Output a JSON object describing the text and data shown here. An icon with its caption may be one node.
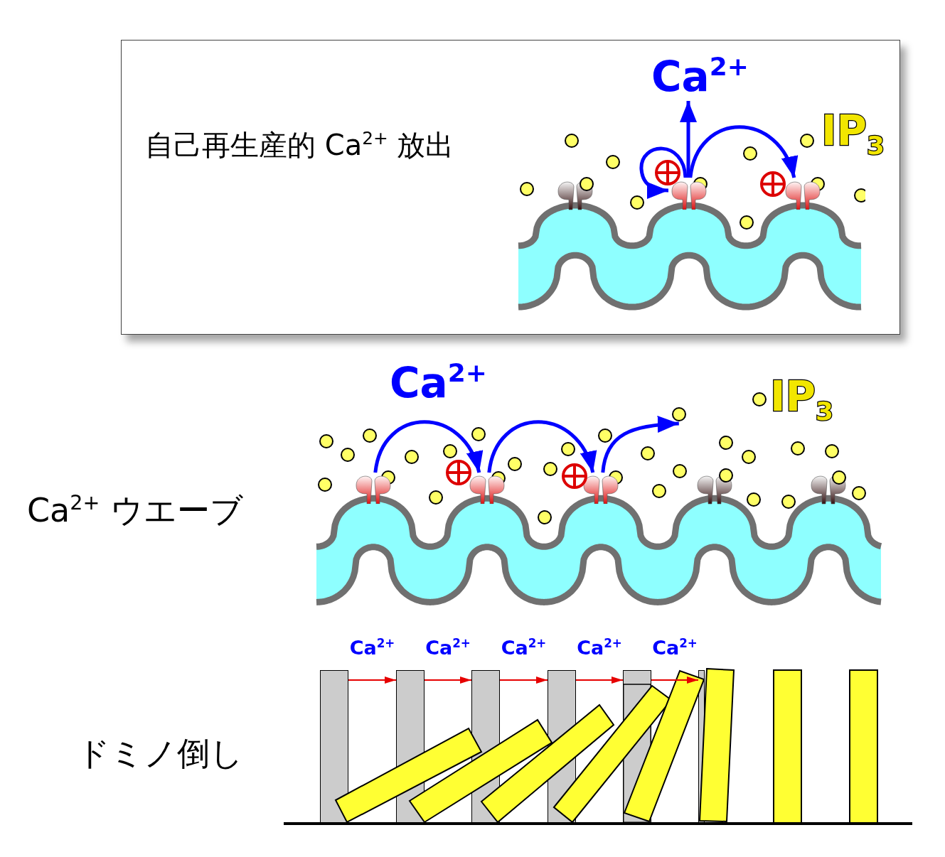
{
  "diagram": {
    "nodes": [
      {
        "text": [
          "自己再生産的 Ca$^{2+}$ 放出"
        ]
      },
      {
        "text": [
          "Ca$^{2+}$"
        ],
        "in": 0
      },
      {
        "text": [],
        "shape": "picture",
        "in": 0
      },
      {
        "text": [],
        "shape": "picture",
        "in": 0
      },
      {
        "text": [],
        "shape": "picture"
      },
      {
        "text": [],
        "shape": "picture"
      },
      {
        "text": [],
        "shape": "picture"
      },
      {
        "text": [],
        "shape": "bar"
      },
      {
        "text": [],
        "shape": "bar"
      },
      {
        "text": [],
        "shape": "bar"
      },
      {
        "text": [],
        "shape": "bar"
      },
      {
        "text": [],
        "shape": "bar"
      },
      {
        "text": [],
        "shape": "bar"
      }
    ],
    "edges": [
      {
        "from": 2,
        "to": 1,
        "arrow": "to"
      },
      {
        "from": 2,
        "to": 2,
        "arrow": "to"
      },
      {
        "from": 2,
        "to": 3,
        "arrow": "to"
      },
      {
        "from": 4,
        "to": 5,
        "arrow": "to"
      },
      {
        "from": 5,
        "to": 6,
        "arrow": "to"
      },
      {
        "from": 6,
        "to": null,
        "arrow": "to"
      },
      {
        "from": 7,
        "to": 8,
        "arrow": "to",
        "label": "Ca$^{2+}$",
        "color": "#e60000"
      },
      {
        "from": 8,
        "to": 9,
        "arrow": "to",
        "label": "Ca$^{2+}$",
        "color": "#e60000"
      },
      {
        "from": 9,
        "to": 10,
        "arrow": "to",
        "label": "Ca$^{2+}$",
        "color": "#e60000"
      },
      {
        "from": 10,
        "to": 11,
        "arrow": "to",
        "label": "Ca$^{2+}$",
        "color": "#e60000"
      },
      {
        "from": 11,
        "to": 12,
        "arrow": "to",
        "label": "Ca$^{2+}$",
        "color": "#e60000"
      }
    ],
    "labels": [
      "IP$_{3}$",
      "Ca$^{2+}$",
      "IP$_{3}$",
      "Ca$^{2+}$ ウエーブ",
      "ドミノ倒し"
    ]
  }
}
